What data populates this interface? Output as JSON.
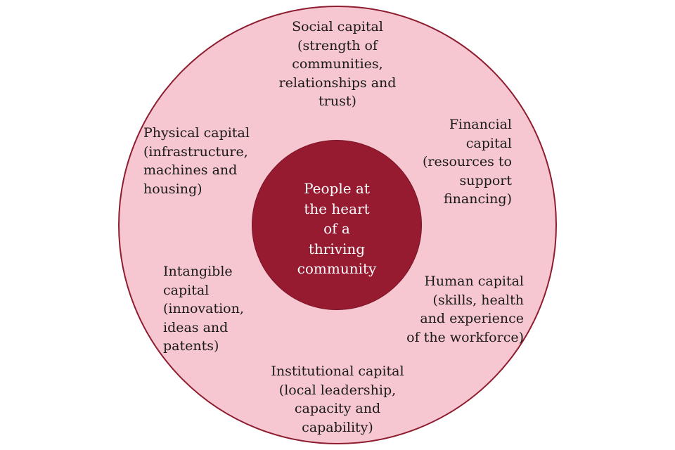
{
  "center": {
    "lines": [
      "People at",
      "the heart",
      "of a",
      "thriving",
      "community"
    ]
  },
  "segments": {
    "social": [
      "Social capital",
      "(strength of",
      "communities,",
      "relationships and",
      "trust)"
    ],
    "financial": [
      "Financial",
      "capital",
      "(resources to",
      "support",
      "financing)"
    ],
    "human": [
      "Human capital",
      "(skills, health",
      "and experience",
      "of the workforce)"
    ],
    "institutional": [
      "Institutional capital",
      "(local leadership,",
      "capacity and",
      "capability)"
    ],
    "intangible": [
      "Intangible",
      "capital",
      "(innovation,",
      "ideas and",
      "patents)"
    ],
    "physical": [
      "Physical capital",
      "(infrastructure,",
      "machines and",
      "housing)"
    ]
  },
  "colors": {
    "outer_fill": "#f6c7d1",
    "inner_fill": "#961a30",
    "border": "#8e1d30"
  }
}
